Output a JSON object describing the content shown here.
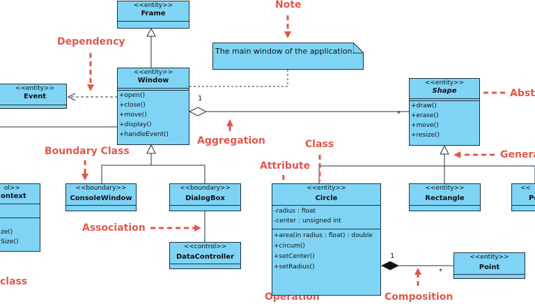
{
  "annotations": {
    "note": "Note",
    "dependency": "Dependency",
    "abstract": "Abstr",
    "boundary_class": "Boundary Class",
    "aggregation": "Aggregation",
    "class": "Class",
    "attribute": "Attribute",
    "general": "Genera",
    "association": "Association",
    "operation": "Operation",
    "composition": "Composition",
    "class_left": "class"
  },
  "note_text": "The main window of the application.",
  "multiplicities": {
    "agg_one": "1",
    "agg_many": "*",
    "comp_one": "1",
    "comp_many": "*"
  },
  "classes": {
    "frame": {
      "stereotype": "<<entity>>",
      "name": "Frame"
    },
    "window": {
      "stereotype": "<<entity>>",
      "name": "Window",
      "operations": [
        "+open()",
        "+close()",
        "+move()",
        "+display()",
        "+handleEvent()"
      ]
    },
    "event": {
      "stereotype": "<<entity>>",
      "name": "Event"
    },
    "shape": {
      "stereotype": "<<entity>>",
      "name": "Shape",
      "operations": [
        "+draw()",
        "+erase()",
        "+move()",
        "+resize()"
      ]
    },
    "context": {
      "stereotype": "ol>>",
      "name": "ontext",
      "operations": [
        "ze()",
        "Size()"
      ]
    },
    "console_window": {
      "stereotype": "<<boundary>>",
      "name": "ConsoleWindow"
    },
    "dialog_box": {
      "stereotype": "<<boundary>>",
      "name": "DialogBox"
    },
    "data_controller": {
      "stereotype": "<<control>>",
      "name": "DataController"
    },
    "circle": {
      "stereotype": "<<entity>>",
      "name": "Circle",
      "attributes": [
        "-radius : float",
        "-center : unsigned int"
      ],
      "operations": [
        "+area(in radius : float) : double",
        "+circum()",
        "+setCenter()",
        "+setRadius()"
      ]
    },
    "rectangle": {
      "stereotype": "<<entity>>",
      "name": "Rectangle"
    },
    "polygon": {
      "stereotype": "<<",
      "name": "Po"
    },
    "point": {
      "stereotype": "<<entity>>",
      "name": "Point"
    }
  },
  "colors": {
    "class_fill": "#7fd4f5",
    "annotation": "#e2574c",
    "line": "#1f2f3a"
  }
}
